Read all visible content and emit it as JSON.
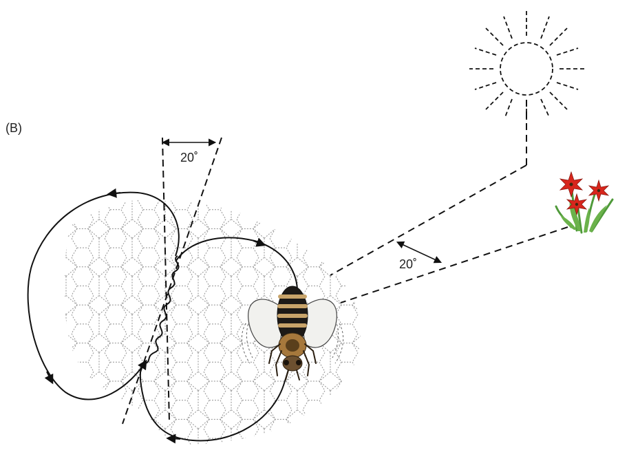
{
  "panel_label": "(B)",
  "angle_label_vertical": "20˚",
  "angle_label_sun": "20˚",
  "icons": {
    "sun": "sun-icon",
    "flowers": "flowers-icon",
    "bee": "honeybee-icon"
  },
  "colors": {
    "line": "#111111",
    "comb": "#555555",
    "flower_petal": "#d8261c",
    "flower_stem": "#4f9a3a",
    "bee_stripe_dark": "#1d1a17",
    "bee_stripe_light": "#c8a46a",
    "bee_wing": "#f1f1ee"
  }
}
